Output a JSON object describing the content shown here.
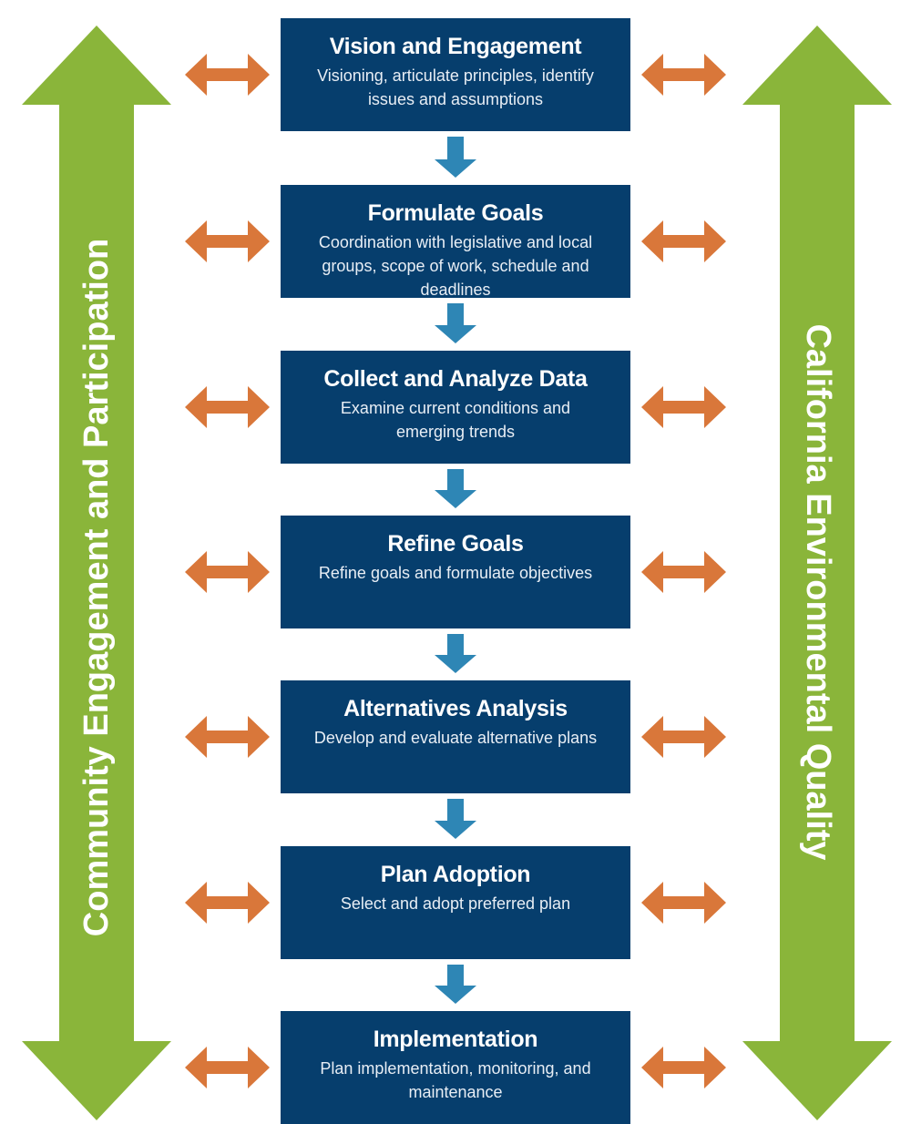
{
  "left_label": "Community Engagement and Participation",
  "right_label": "California Environmental Quality",
  "steps": [
    {
      "title": "Vision and Engagement",
      "description": "Visioning, articulate principles, identify issues and assumptions"
    },
    {
      "title": "Formulate Goals",
      "description": "Coordination with legislative and local groups, scope of work, schedule and deadlines"
    },
    {
      "title": "Collect and Analyze Data",
      "description": "Examine current conditions and emerging trends"
    },
    {
      "title": "Refine Goals",
      "description": "Refine goals and formulate objectives"
    },
    {
      "title": "Alternatives Analysis",
      "description": "Develop and evaluate alternative plans"
    },
    {
      "title": "Plan Adoption",
      "description": "Select and adopt preferred  plan"
    },
    {
      "title": "Implementation",
      "description": "Plan implementation, monitoring, and  maintenance"
    }
  ],
  "colors": {
    "box": "#063e6d",
    "side_arrow": "#8ab53a",
    "connector_arrow": "#d9773a",
    "flow_arrow": "#2e86b5"
  }
}
